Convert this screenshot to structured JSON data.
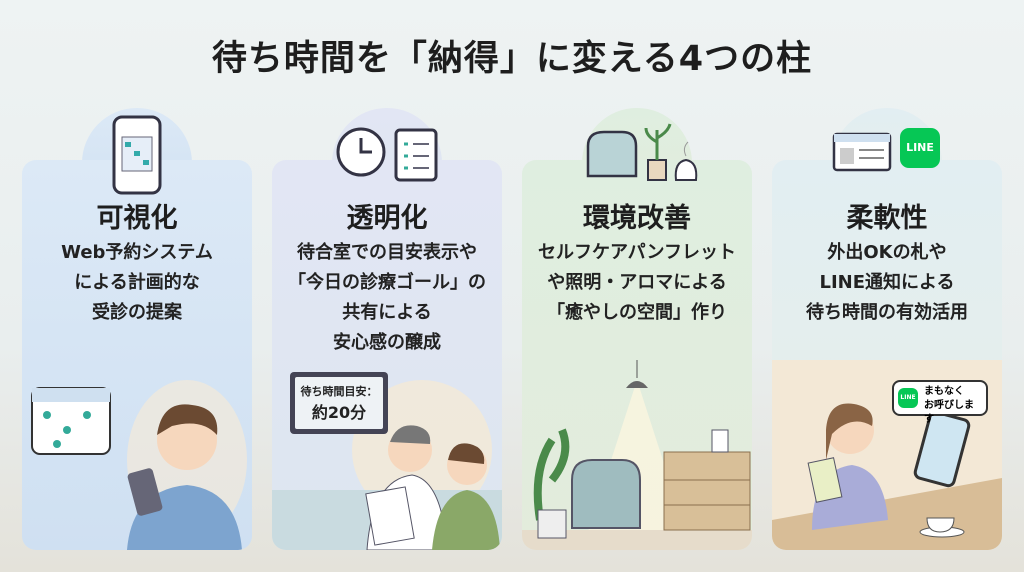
{
  "title": "待ち時間を「納得」に変える4つの柱",
  "pillars": [
    {
      "heading": "可視化",
      "lines": [
        "Web予約システム",
        "による計画的な",
        "受診の提案"
      ],
      "icon": "smartphone-calendar-icon"
    },
    {
      "heading": "透明化",
      "lines": [
        "待合室での目安表示や",
        "「今日の診療ゴール」の",
        "共有による",
        "安心感の醸成"
      ],
      "icon": "clock-checklist-icon",
      "sign_label": "待ち時間目安：",
      "sign_value": "約20分"
    },
    {
      "heading": "環境改善",
      "lines": [
        "セルフケアパンフレット",
        "や照明・アロマによる",
        "「癒やしの空間」作り"
      ],
      "icon": "armchair-plant-diffuser-icon"
    },
    {
      "heading": "柔軟性",
      "lines": [
        "外出OKの札や",
        "LINE通知による",
        "待ち時間の有効活用"
      ],
      "icon": "browser-line-icon",
      "line_label": "LINE",
      "bubble_lines": [
        "まもなく",
        "お呼びします"
      ]
    }
  ],
  "colors": {
    "line_green": "#06c755"
  }
}
